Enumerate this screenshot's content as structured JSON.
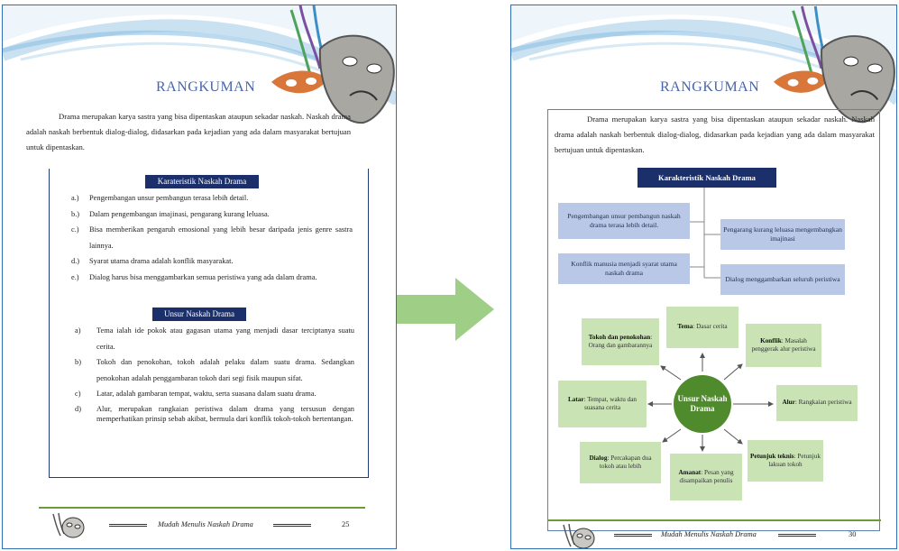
{
  "left_page": {
    "title": "RANGKUMAN",
    "intro": "Drama merupakan karya sastra yang bisa dipentaskan ataupun sekadar naskah. Naskah drama adalah naskah berbentuk dialog-dialog, didasarkan pada kejadian yang ada dalam masyarakat bertujuan untuk dipentaskan.",
    "section1_title": "Karateristik Naskah Drama",
    "section1_items": [
      {
        "marker": "a.)",
        "text": "Pengembangan unsur pembangun terasa lebih detail."
      },
      {
        "marker": "b.)",
        "text": "Dalam pengembangan imajinasi, pengarang kurang leluasa."
      },
      {
        "marker": "c.)",
        "text": "Bisa memberikan pengaruh emosional yang lebih besar daripada jenis genre sastra lainnya."
      },
      {
        "marker": "d.)",
        "text": "Syarat utama drama adalah konflik masyarakat."
      },
      {
        "marker": "e.)",
        "text": "Dialog harus bisa menggambarkan semua peristiwa yang ada dalam drama."
      }
    ],
    "section2_title": "Unsur Naskah Drama",
    "section2_items": [
      {
        "marker": "a)",
        "text": "Tema ialah ide pokok atau gagasan utama yang menjadi dasar terciptanya suatu cerita."
      },
      {
        "marker": "b)",
        "text": "Tokoh dan penokohan, tokoh adalah pelaku dalam suatu drama. Sedangkan penokohan adalah penggambaran tokoh dari segi fisik maupun sifat."
      },
      {
        "marker": "c)",
        "text": "Latar, adalah gambaran tempat, waktu, serta suasana dalam suatu drama."
      },
      {
        "marker": "d)",
        "text": "Alur, merupakan rangkaian peristiwa dalam drama yang tersusun dengan memperhatikan prinsip sebab akibat, bermula dari konflik tokoh-tokoh bertentangan."
      }
    ],
    "footer_text": "Mudah Menulis Naskah Drama",
    "page_number": "25"
  },
  "right_page": {
    "title": "RANGKUMAN",
    "intro": "Drama merupakan karya sastra yang bisa dipentaskan ataupun sekadar naskah. Naskah drama adalah naskah berbentuk dialog-dialog, didasarkan pada kejadian yang ada dalam masyarakat bertujuan untuk dipentaskan.",
    "karakteristik_title": "Karakteristik Naskah Drama",
    "karakteristik": {
      "k1": "Pengembangan unsur pembangun naskah drama terasa lebih detail.",
      "k2": "Pengarang kurang leluasa mengembangkan imajinasi",
      "k3": "Konflik manusia menjadi syarat utama naskah drama",
      "k4": "Dialog menggambarkan seluruh peristiwa"
    },
    "center_label": "Unsur Naskah Drama",
    "unsur": {
      "tema_term": "Tema",
      "tema_desc": ": Dasar cerita",
      "konflik_term": "Konflik",
      "konflik_desc": ": Masalah penggerak alur peristiwa",
      "tokoh_term": "Tokoh dan penokohan",
      "tokoh_desc": ": Orang dan gambarannya",
      "latar_term": "Latar",
      "latar_desc": ": Tempat, waktu dan suasana cerita",
      "alur_term": "Alur",
      "alur_desc": ": Rangkaian peristiwa",
      "dialog_term": "Dialog",
      "dialog_desc": ": Percakapan dua tokoh atau lebih",
      "amanat_term": "Amanat",
      "amanat_desc": ": Pesan yang disampaikan penulis",
      "petunjuk_term": "Petunjuk teknis",
      "petunjuk_desc": ": Petunjuk lakuan tokoh"
    },
    "footer_text": "Mudah Menulis Naskah Drama",
    "page_number": "30"
  },
  "colors": {
    "title_blue": "#4a66a8",
    "header_navy": "#1b2f6b",
    "box_blue": "#b9c8e6",
    "box_green": "#c9e3b5",
    "circle_green": "#4f8b2c",
    "arrow_green": "#9fcf86"
  },
  "icons": [
    "theater-mask-icon",
    "right-arrow-icon"
  ]
}
